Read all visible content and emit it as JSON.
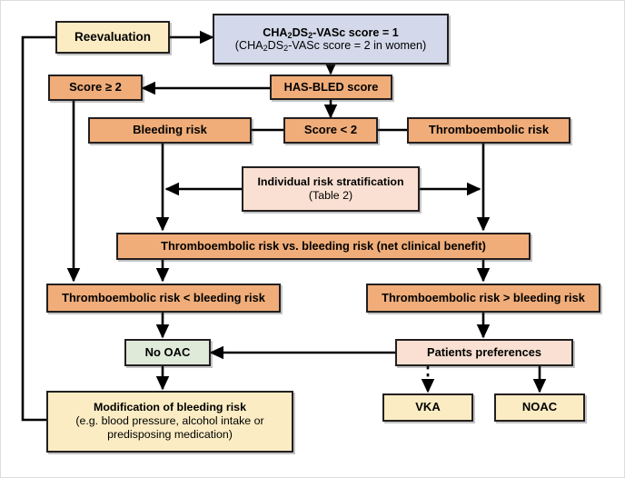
{
  "diagram": {
    "title": "Anticoagulation decision flowchart for CHA2DS2-VASc score = 1",
    "colors": {
      "orange": "#f0ad79",
      "blue": "#d3d9ea",
      "cream": "#fbecc3",
      "peach": "#f9e0d2",
      "green": "#dfead9",
      "stroke": "#231f20"
    }
  },
  "nodes": {
    "reevaluation": {
      "label": "Reevaluation",
      "fill": "cream"
    },
    "cha2ds2": {
      "line1_pre": "CHA",
      "line1_sub1": "2",
      "line1_mid": "DS",
      "line1_sub2": "2",
      "line1_post": "-VASc score = 1",
      "line2_pre": "(CHA",
      "line2_sub1": "2",
      "line2_mid": "DS",
      "line2_sub2": "2",
      "line2_post": "-VASc score = 2 in women)",
      "fill": "blue"
    },
    "has_bled": {
      "label": "HAS-BLED score",
      "fill": "orange"
    },
    "score_ge_2": {
      "label": "Score ≥ 2",
      "fill": "orange"
    },
    "score_lt_2": {
      "label": "Score < 2",
      "fill": "orange"
    },
    "bleeding_risk": {
      "label": "Bleeding risk",
      "fill": "orange"
    },
    "thromboembolic_risk": {
      "label": "Thromboembolic risk",
      "fill": "orange"
    },
    "individual_risk": {
      "line1": "Individual risk stratification",
      "line2": "(Table 2)",
      "fill": "peach"
    },
    "net_benefit": {
      "label": "Thromboembolic risk vs. bleeding risk (net clinical benefit)",
      "fill": "orange"
    },
    "te_lt_bleed": {
      "label": "Thromboembolic risk < bleeding risk",
      "fill": "orange"
    },
    "te_gt_bleed": {
      "label": "Thromboembolic risk > bleeding risk",
      "fill": "orange"
    },
    "no_oac": {
      "label": "No OAC",
      "fill": "green"
    },
    "patients_pref": {
      "label": "Patients preferences",
      "fill": "peach"
    },
    "vka": {
      "label": "VKA",
      "fill": "cream"
    },
    "noac": {
      "label": "NOAC",
      "fill": "cream"
    },
    "modification": {
      "line1": "Modification of bleeding risk",
      "line2": "(e.g. blood pressure, alcohol intake or",
      "line3": "predisposing medication)",
      "fill": "cream"
    }
  },
  "edges": [
    {
      "from": "reevaluation",
      "to": "cha2ds2",
      "style": "solid",
      "arrow": true
    },
    {
      "from": "cha2ds2",
      "to": "has_bled",
      "style": "solid",
      "arrow": true
    },
    {
      "from": "has_bled",
      "to": "score_ge_2",
      "style": "solid",
      "arrow": true
    },
    {
      "from": "has_bled",
      "to": "score_lt_2",
      "style": "solid",
      "arrow": true
    },
    {
      "from": "score_lt_2",
      "to": "bleeding_risk",
      "style": "solid",
      "arrow": false
    },
    {
      "from": "score_lt_2",
      "to": "thromboembolic_risk",
      "style": "solid",
      "arrow": false
    },
    {
      "from": "score_ge_2",
      "to": "te_lt_bleed",
      "style": "solid",
      "arrow": true
    },
    {
      "from": "bleeding_risk",
      "to": "net_benefit",
      "style": "solid",
      "arrow": true
    },
    {
      "from": "thromboembolic_risk",
      "to": "net_benefit",
      "style": "solid",
      "arrow": true
    },
    {
      "from": "individual_risk",
      "to": "bleeding_branch",
      "style": "solid",
      "arrow": true
    },
    {
      "from": "individual_risk",
      "to": "thrombo_branch",
      "style": "solid",
      "arrow": true
    },
    {
      "from": "net_benefit",
      "to": "te_lt_bleed",
      "style": "solid",
      "arrow": true
    },
    {
      "from": "net_benefit",
      "to": "te_gt_bleed",
      "style": "solid",
      "arrow": true
    },
    {
      "from": "te_lt_bleed",
      "to": "no_oac",
      "style": "solid",
      "arrow": true
    },
    {
      "from": "te_gt_bleed",
      "to": "patients_pref",
      "style": "solid",
      "arrow": true
    },
    {
      "from": "patients_pref",
      "to": "no_oac",
      "style": "solid",
      "arrow": true
    },
    {
      "from": "patients_pref",
      "to": "vka",
      "style": "dotted",
      "arrow": true
    },
    {
      "from": "patients_pref",
      "to": "noac",
      "style": "solid",
      "arrow": true
    },
    {
      "from": "no_oac",
      "to": "modification",
      "style": "solid",
      "arrow": true
    },
    {
      "from": "modification",
      "to": "reevaluation",
      "style": "solid",
      "arrow": false
    }
  ]
}
